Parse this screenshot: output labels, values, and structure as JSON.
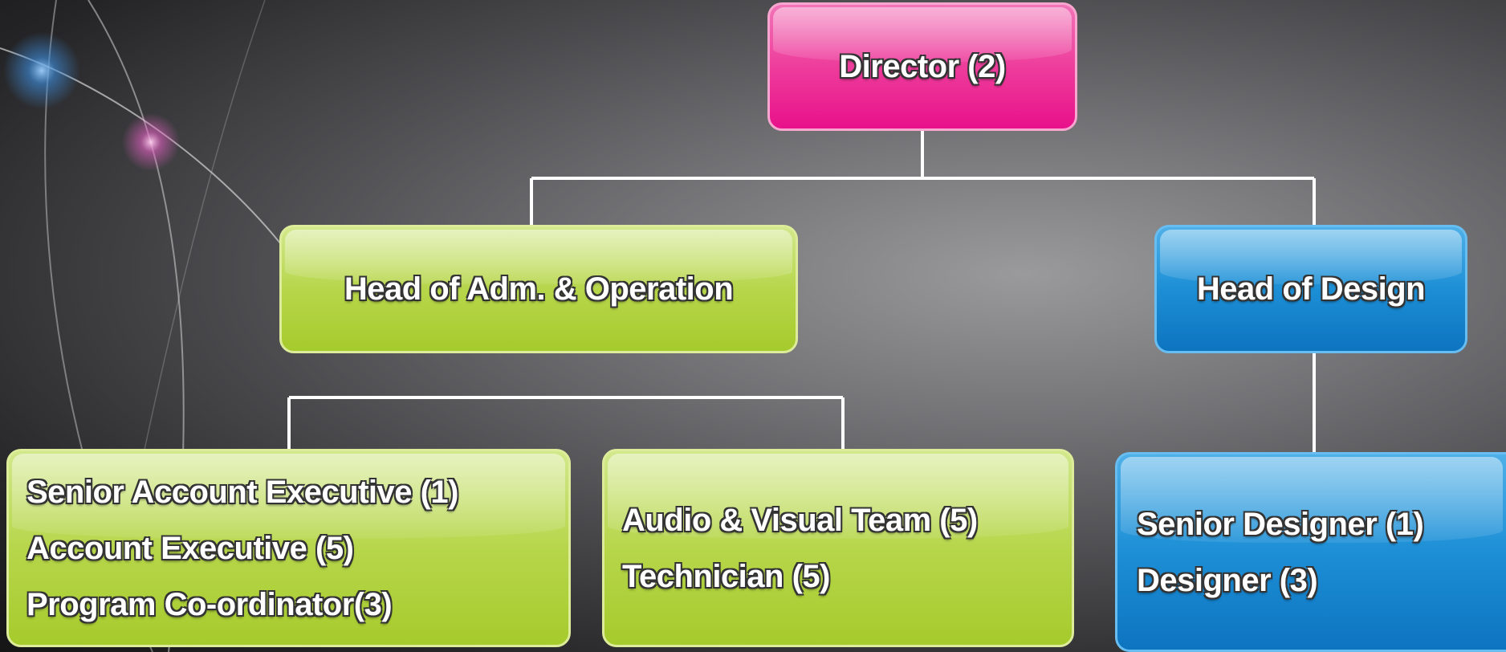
{
  "colors": {
    "director": "#ee3d9c",
    "admin_branch": "#b7d64b",
    "design_branch": "#1d8fd6",
    "connector": "#ffffff"
  },
  "org_chart": {
    "director": {
      "label": "Director (2)"
    },
    "heads": [
      {
        "label": "Head of Adm. & Operation"
      },
      {
        "label": "Head of Design"
      }
    ],
    "teams": {
      "accounts": [
        "Senior Account Executive (1)",
        "Account Executive (5)",
        "Program Co-ordinator(3)"
      ],
      "audio_visual": [
        "Audio & Visual Team (5)",
        "Technician (5)"
      ],
      "design": [
        "Senior Designer (1)",
        "Designer (3)"
      ]
    }
  }
}
